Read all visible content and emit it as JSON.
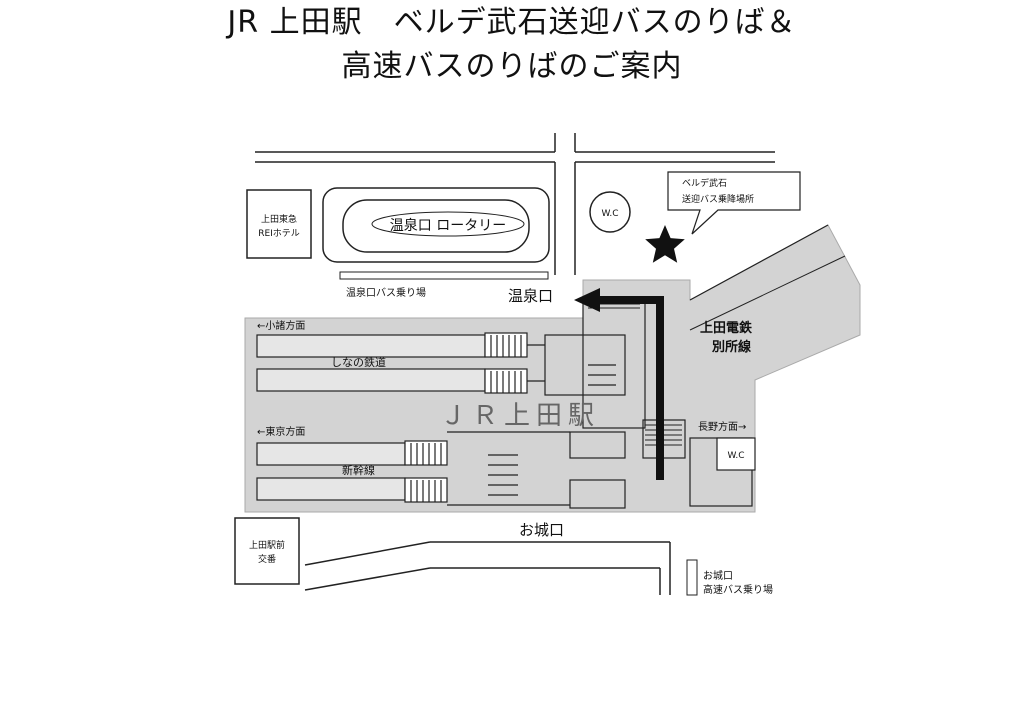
{
  "header": {
    "title_line1": "JR 上田駅　ベルデ武石送迎バスのりば＆",
    "title_line2": "高速バスのりばのご案内"
  },
  "map": {
    "rotary_label": "温泉口 ロータリー",
    "hotel_label_1": "上田東急",
    "hotel_label_2": "REIホテル",
    "wc_label": "W.C",
    "wc_label_2": "W.C",
    "pickup_label_1": "ベルデ武石",
    "pickup_label_2": "送迎バス乗降場所",
    "onsen_bus_label": "温泉口バス乗り場",
    "onsen_exit_label": "温泉口",
    "bessho_label_1": "上田電鉄",
    "bessho_label_2": "別所線",
    "komoro_label": "←小諸方面",
    "shinano_label": "しなの鉄道",
    "station_label": "ＪＲ上田駅",
    "tokyo_label": "←東京方面",
    "nagano_label": "長野方面→",
    "shinkansen_label": "新幹線",
    "oshiro_exit_label": "お城口",
    "koban_label_1": "上田駅前",
    "koban_label_2": "交番",
    "oshiro_bus_label_1": "お城口",
    "oshiro_bus_label_2": "高速バス乗り場"
  },
  "colors": {
    "station_fill": "#d3d3d3",
    "line": "#222222",
    "route_arrow": "#111111"
  }
}
